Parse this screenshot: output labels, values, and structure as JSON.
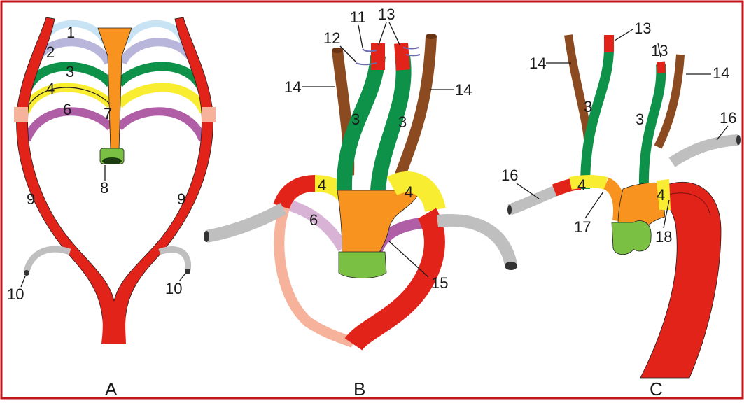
{
  "figure": {
    "border_color": "#c0161b",
    "colors": {
      "red": "#e2231a",
      "orange": "#f7931e",
      "green": "#0e9149",
      "light_green": "#7ac043",
      "yellow": "#f9ed32",
      "purple": "#b05fa6",
      "light_purple": "#d9b3d6",
      "light_blue": "#c7e3f4",
      "lavender": "#b9b6dc",
      "salmon": "#f6b29a",
      "brown": "#8b4a1f",
      "gray": "#bfbfbf"
    },
    "panel_labels": [
      "A",
      "B",
      "C"
    ],
    "panel_a": {
      "labels": [
        "1",
        "2",
        "3",
        "4",
        "6",
        "7",
        "8",
        "9",
        "9",
        "10",
        "10"
      ]
    },
    "panel_b": {
      "labels": [
        "11",
        "12",
        "13",
        "14",
        "14",
        "3",
        "3",
        "4",
        "4",
        "6",
        "15"
      ]
    },
    "panel_c": {
      "labels": [
        "13",
        "13",
        "14",
        "14",
        "16",
        "16",
        "3",
        "3",
        "4",
        "4",
        "17",
        "18"
      ]
    }
  }
}
